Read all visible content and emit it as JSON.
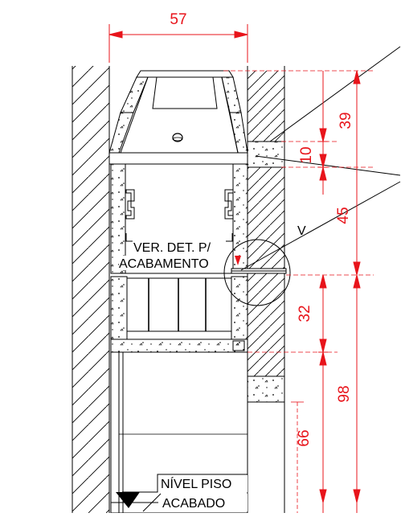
{
  "drawing": {
    "header_fragment": "",
    "dimensions": {
      "top_width": "57",
      "d39": "39",
      "d10": "10",
      "d45": "45",
      "d32": "32",
      "d98": "98",
      "d66": "66"
    },
    "notes": {
      "detail_ref_line1": "VER. DET. P/",
      "detail_ref_line2": "ACABAMENTO",
      "detail_marker": "V",
      "floor_level_line1": "NÍVEL PISO",
      "floor_level_line2": "ACABADO"
    },
    "colors": {
      "dimension": "#e8141b",
      "linework": "#000000"
    }
  }
}
